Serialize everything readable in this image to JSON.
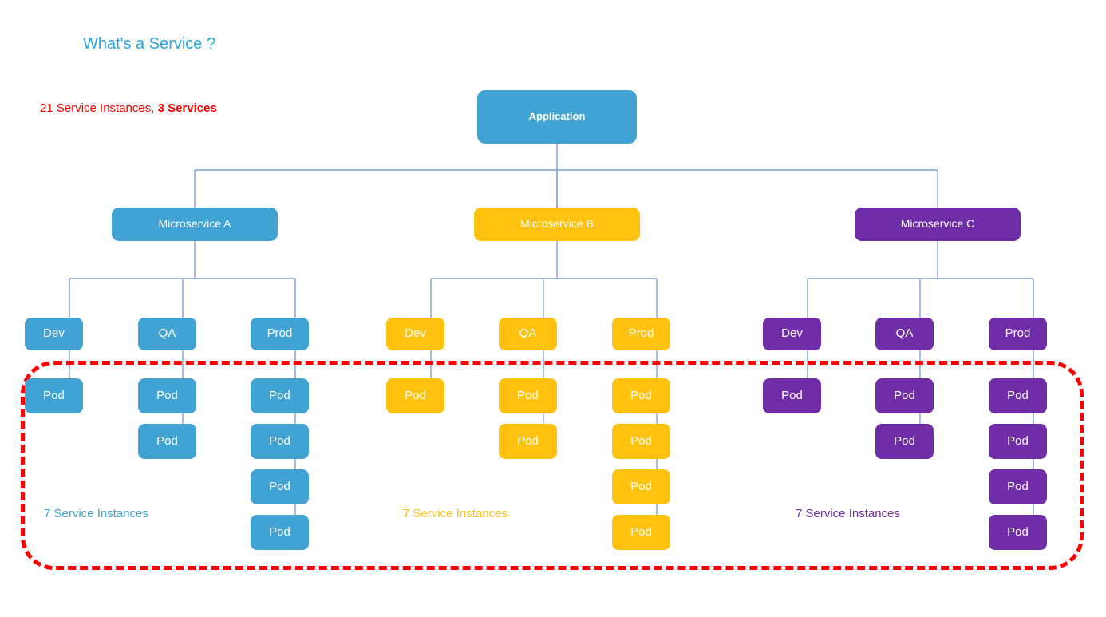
{
  "page": {
    "title": "What's a Service ?",
    "title_color": "#29a3dc",
    "background": "#ffffff"
  },
  "summary": {
    "prefix": "21 Service Instances, ",
    "emphasis": "3 Services",
    "color": "#ff0000"
  },
  "palette": {
    "blue": "#41a2d4",
    "amber": "#ffc20e",
    "purple": "#6f2da8",
    "connector": "#7f9fd4",
    "highlight": "#ff0000"
  },
  "root": {
    "label": "Application",
    "color": "#41a2d4"
  },
  "highlight_box": {
    "name": "service-instances-highlight",
    "style": "dashed",
    "color": "#ff0000"
  },
  "groups": [
    {
      "id": "microservice-a",
      "label": "Microservice A",
      "color": "#41a2d4",
      "count_label": "7 Service Instances",
      "count_label_color": "#41a2d4",
      "environments": [
        {
          "label": "Dev",
          "pods": [
            "Pod"
          ]
        },
        {
          "label": "QA",
          "pods": [
            "Pod",
            "Pod"
          ]
        },
        {
          "label": "Prod",
          "pods": [
            "Pod",
            "Pod",
            "Pod",
            "Pod"
          ]
        }
      ]
    },
    {
      "id": "microservice-b",
      "label": "Microservice B",
      "color": "#ffc20e",
      "count_label": "7 Service Instances",
      "count_label_color": "#ffc20e",
      "environments": [
        {
          "label": "Dev",
          "pods": [
            "Pod"
          ]
        },
        {
          "label": "QA",
          "pods": [
            "Pod",
            "Pod"
          ]
        },
        {
          "label": "Prod",
          "pods": [
            "Pod",
            "Pod",
            "Pod",
            "Pod"
          ]
        }
      ]
    },
    {
      "id": "microservice-c",
      "label": "Microservice C",
      "color": "#6f2da8",
      "count_label": "7 Service Instances",
      "count_label_color": "#6f2da8",
      "environments": [
        {
          "label": "Dev",
          "pods": [
            "Pod"
          ]
        },
        {
          "label": "QA",
          "pods": [
            "Pod",
            "Pod"
          ]
        },
        {
          "label": "Prod",
          "pods": [
            "Pod",
            "Pod",
            "Pod",
            "Pod"
          ]
        }
      ]
    }
  ]
}
